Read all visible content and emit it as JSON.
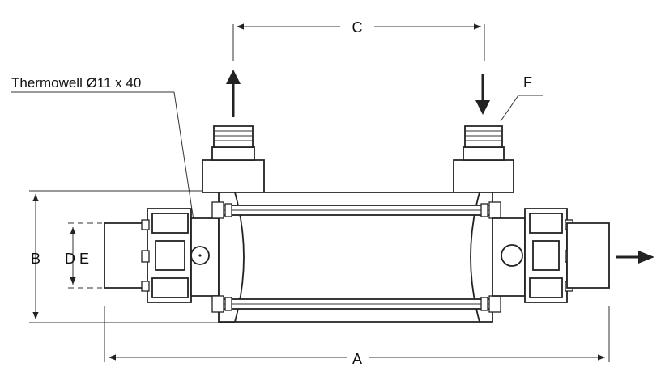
{
  "labels": {
    "thermowell": "Thermowell Ø11 x 40",
    "dim_a": "A",
    "dim_b": "B",
    "dim_c": "C",
    "dim_de": "D E",
    "part_f": "F"
  },
  "colors": {
    "line": "#222222",
    "background": "#ffffff"
  },
  "icons": {
    "flow_out_top": "arrow-up-icon",
    "flow_in_top": "arrow-down-icon",
    "flow_through": "arrow-right-icon",
    "flow_out_right": "arrow-right-icon"
  }
}
